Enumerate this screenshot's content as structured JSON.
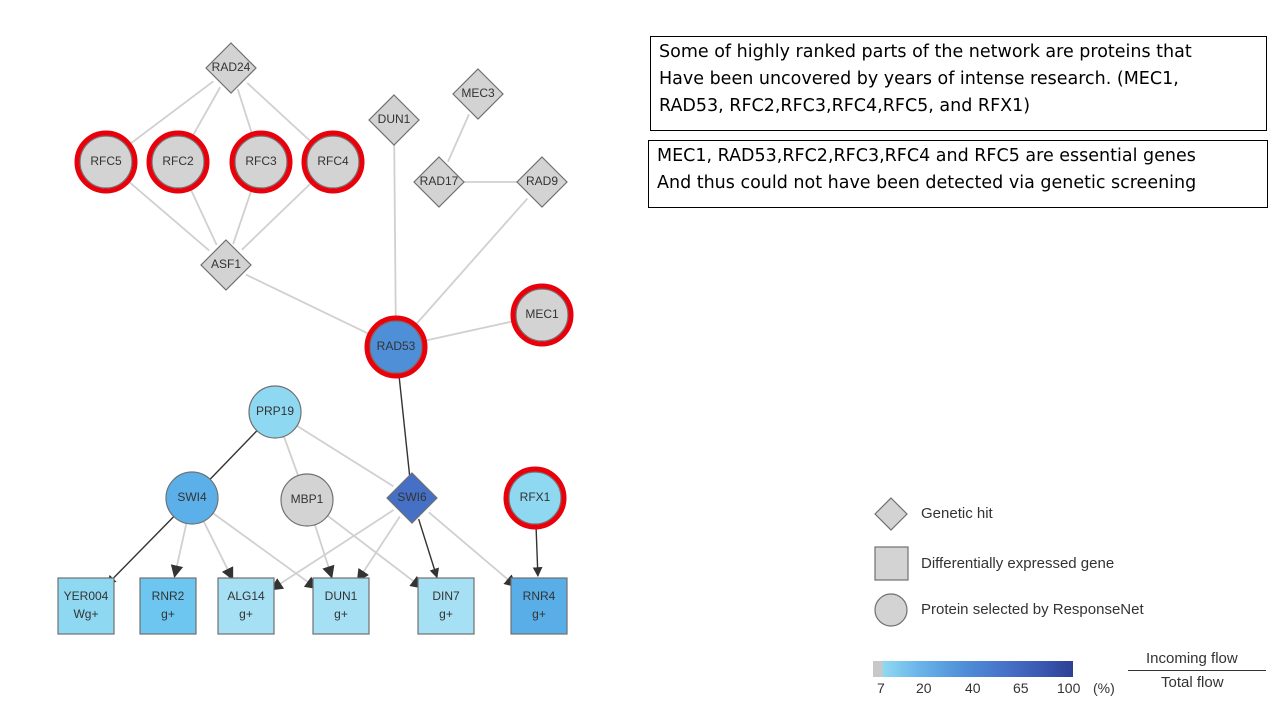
{
  "network": {
    "nodes": [
      {
        "id": "RAD24",
        "label": "RAD24",
        "shape": "diamond",
        "fill": "#d3d3d3",
        "highlighted": false
      },
      {
        "id": "DUN1_top",
        "label": "DUN1",
        "shape": "diamond",
        "fill": "#d3d3d3",
        "highlighted": false
      },
      {
        "id": "MEC3",
        "label": "MEC3",
        "shape": "diamond",
        "fill": "#d3d3d3",
        "highlighted": false
      },
      {
        "id": "RAD17",
        "label": "RAD17",
        "shape": "diamond",
        "fill": "#d3d3d3",
        "highlighted": false
      },
      {
        "id": "RAD9",
        "label": "RAD9",
        "shape": "diamond",
        "fill": "#d3d3d3",
        "highlighted": false
      },
      {
        "id": "RFC5",
        "label": "RFC5",
        "shape": "circle",
        "fill": "#d3d3d3",
        "highlighted": true
      },
      {
        "id": "RFC2",
        "label": "RFC2",
        "shape": "circle",
        "fill": "#d3d3d3",
        "highlighted": true
      },
      {
        "id": "RFC3",
        "label": "RFC3",
        "shape": "circle",
        "fill": "#d3d3d3",
        "highlighted": true
      },
      {
        "id": "RFC4",
        "label": "RFC4",
        "shape": "circle",
        "fill": "#d3d3d3",
        "highlighted": true
      },
      {
        "id": "ASF1",
        "label": "ASF1",
        "shape": "diamond",
        "fill": "#d3d3d3",
        "highlighted": false
      },
      {
        "id": "MEC1",
        "label": "MEC1",
        "shape": "circle",
        "fill": "#d3d3d3",
        "highlighted": true
      },
      {
        "id": "RAD53",
        "label": "RAD53",
        "shape": "circle",
        "fill": "#4f8fd8",
        "highlighted": true
      },
      {
        "id": "PRP19",
        "label": "PRP19",
        "shape": "circle",
        "fill": "#8fd8f2",
        "highlighted": false
      },
      {
        "id": "SWI4",
        "label": "SWI4",
        "shape": "circle",
        "fill": "#5cb0ea",
        "highlighted": false
      },
      {
        "id": "MBP1",
        "label": "MBP1",
        "shape": "circle",
        "fill": "#d3d3d3",
        "highlighted": false
      },
      {
        "id": "SWI6",
        "label": "SWI6",
        "shape": "diamond",
        "fill": "#4670c6",
        "highlighted": false
      },
      {
        "id": "RFX1",
        "label": "RFX1",
        "shape": "circle",
        "fill": "#8fd8f2",
        "highlighted": true
      },
      {
        "id": "YER004",
        "label": "YER004",
        "sublabel": "Wg+",
        "shape": "square",
        "fill": "#8fd8f2",
        "highlighted": false
      },
      {
        "id": "RNR2",
        "label": "RNR2",
        "sublabel": "g+",
        "shape": "square",
        "fill": "#6cc6f0",
        "highlighted": false
      },
      {
        "id": "ALG14",
        "label": "ALG14",
        "sublabel": "g+",
        "shape": "square",
        "fill": "#a6e0f4",
        "highlighted": false
      },
      {
        "id": "DUN1_bot",
        "label": "DUN1",
        "sublabel": "g+",
        "shape": "square",
        "fill": "#a6e0f4",
        "highlighted": false
      },
      {
        "id": "DIN7",
        "label": "DIN7",
        "sublabel": "g+",
        "shape": "square",
        "fill": "#a6e0f4",
        "highlighted": false
      },
      {
        "id": "RNR4",
        "label": "RNR4",
        "sublabel": "g+",
        "shape": "square",
        "fill": "#5aaee8",
        "highlighted": false
      }
    ],
    "edges": [
      {
        "from": "RAD24",
        "to": "RFC5",
        "directed": false,
        "strong": false
      },
      {
        "from": "RAD24",
        "to": "RFC2",
        "directed": false,
        "strong": false
      },
      {
        "from": "RAD24",
        "to": "RFC3",
        "directed": false,
        "strong": false
      },
      {
        "from": "RAD24",
        "to": "RFC4",
        "directed": false,
        "strong": false
      },
      {
        "from": "RFC5",
        "to": "ASF1",
        "directed": false,
        "strong": false
      },
      {
        "from": "RFC2",
        "to": "ASF1",
        "directed": false,
        "strong": false
      },
      {
        "from": "RFC3",
        "to": "ASF1",
        "directed": false,
        "strong": false
      },
      {
        "from": "RFC4",
        "to": "ASF1",
        "directed": false,
        "strong": false
      },
      {
        "from": "ASF1",
        "to": "RAD53",
        "directed": false,
        "strong": false
      },
      {
        "from": "DUN1_top",
        "to": "RAD53",
        "directed": false,
        "strong": false
      },
      {
        "from": "MEC3",
        "to": "RAD17",
        "directed": false,
        "strong": false
      },
      {
        "from": "RAD17",
        "to": "RAD9",
        "directed": false,
        "strong": false
      },
      {
        "from": "RAD9",
        "to": "RAD53",
        "directed": false,
        "strong": false
      },
      {
        "from": "MEC1",
        "to": "RAD53",
        "directed": false,
        "strong": false
      },
      {
        "from": "RAD53",
        "to": "SWI6",
        "directed": false,
        "strong": true
      },
      {
        "from": "PRP19",
        "to": "SWI4",
        "directed": false,
        "strong": true
      },
      {
        "from": "PRP19",
        "to": "MBP1",
        "directed": false,
        "strong": false
      },
      {
        "from": "PRP19",
        "to": "SWI6",
        "directed": false,
        "strong": false
      },
      {
        "from": "SWI4",
        "to": "YER004",
        "directed": true,
        "strong": true
      },
      {
        "from": "SWI4",
        "to": "RNR2",
        "directed": true,
        "strong": false
      },
      {
        "from": "SWI4",
        "to": "ALG14",
        "directed": true,
        "strong": false
      },
      {
        "from": "SWI4",
        "to": "DUN1_bot",
        "directed": true,
        "strong": false
      },
      {
        "from": "MBP1",
        "to": "DUN1_bot",
        "directed": true,
        "strong": false
      },
      {
        "from": "MBP1",
        "to": "DIN7",
        "directed": true,
        "strong": false
      },
      {
        "from": "SWI6",
        "to": "ALG14",
        "directed": true,
        "strong": false
      },
      {
        "from": "SWI6",
        "to": "DUN1_bot",
        "directed": true,
        "strong": false
      },
      {
        "from": "SWI6",
        "to": "DIN7",
        "directed": true,
        "strong": true
      },
      {
        "from": "SWI6",
        "to": "RNR4",
        "directed": true,
        "strong": false
      },
      {
        "from": "RFX1",
        "to": "RNR4",
        "directed": true,
        "strong": true
      }
    ]
  },
  "notes": {
    "box1": [
      "Some of highly ranked parts of the network are proteins that",
      "Have been uncovered by years of intense research. (MEC1,",
      "RAD53, RFC2,RFC3,RFC4,RFC5, and RFX1)"
    ],
    "box2": [
      "MEC1, RAD53,RFC2,RFC3,RFC4 and RFC5 are essential genes",
      "And thus could not have been detected via genetic screening"
    ]
  },
  "legend": {
    "genetic_hit": "Genetic hit",
    "diff_expressed": "Differentially expressed gene",
    "protein_selected": "Protein selected by ResponseNet",
    "scale_ticks": [
      "7",
      "20",
      "40",
      "65",
      "100"
    ],
    "scale_unit": "(%)",
    "flow_numerator": "Incoming flow",
    "flow_denominator": "Total flow"
  },
  "colors": {
    "highlight_ring": "#e8000b",
    "edge_light": "#d0d0d0",
    "edge_dark": "#333333",
    "node_stroke": "#707070"
  }
}
